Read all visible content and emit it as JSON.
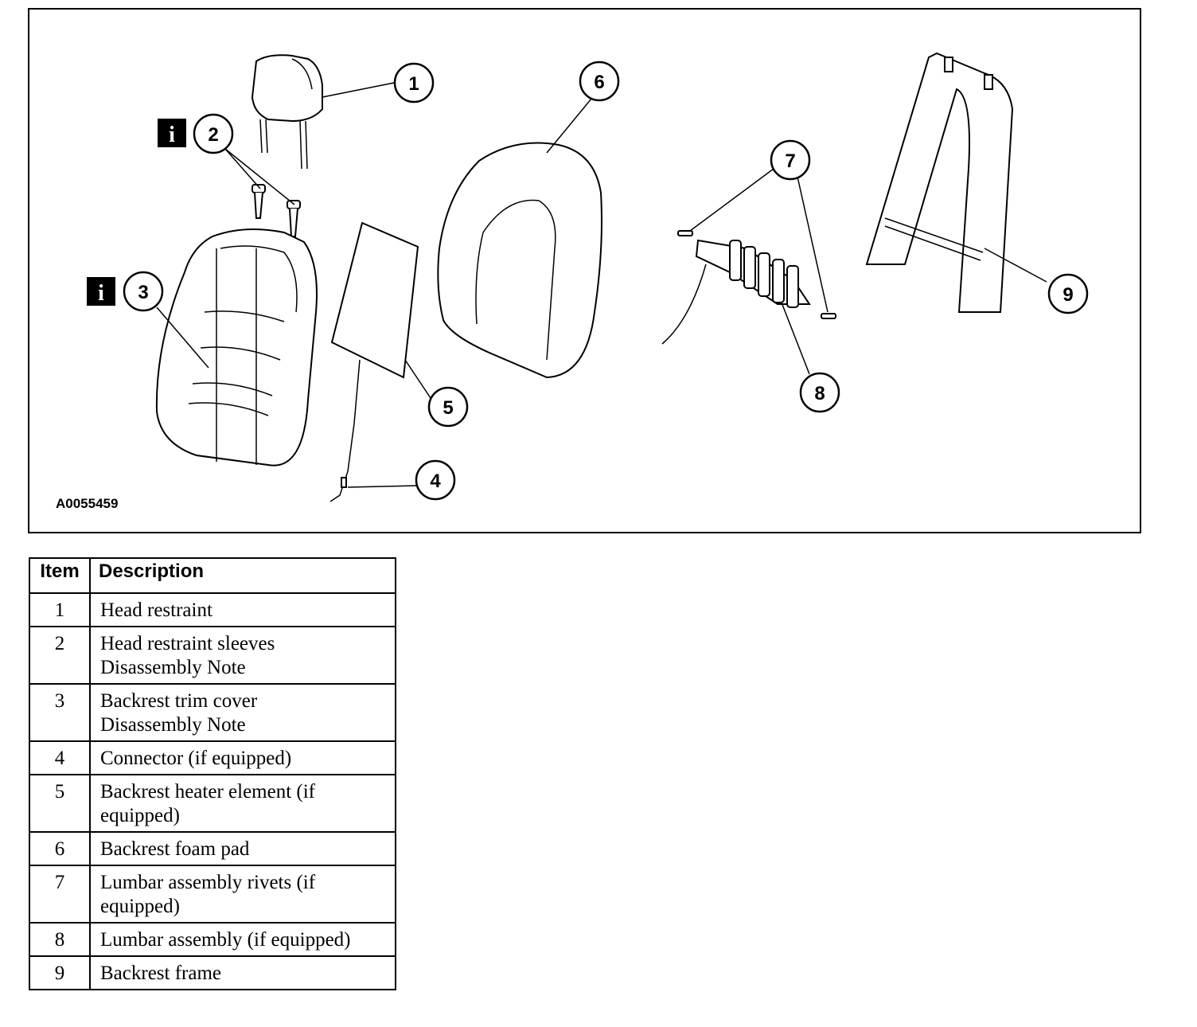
{
  "figure": {
    "id_label": "A0055459",
    "info_icon_glyph": "i",
    "callouts": [
      "1",
      "2",
      "3",
      "4",
      "5",
      "6",
      "7",
      "8",
      "9"
    ]
  },
  "table": {
    "headers": {
      "item": "Item",
      "description": "Description"
    },
    "rows": [
      {
        "item": "1",
        "description": "Head restraint"
      },
      {
        "item": "2",
        "description": "Head restraint sleeves",
        "note": "Disassembly Note"
      },
      {
        "item": "3",
        "description": "Backrest trim cover",
        "note": "Disassembly Note"
      },
      {
        "item": "4",
        "description": "Connector (if equipped)"
      },
      {
        "item": "5",
        "description": "Backrest heater element (if equipped)"
      },
      {
        "item": "6",
        "description": "Backrest foam pad"
      },
      {
        "item": "7",
        "description": "Lumbar assembly rivets (if equipped)"
      },
      {
        "item": "8",
        "description": "Lumbar assembly (if equipped)"
      },
      {
        "item": "9",
        "description": "Backrest frame"
      }
    ]
  }
}
